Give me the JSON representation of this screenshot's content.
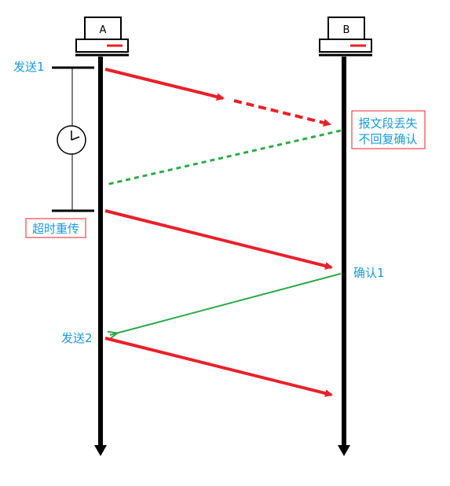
{
  "hosts": {
    "a": {
      "label": "A"
    },
    "b": {
      "label": "B"
    }
  },
  "labels": {
    "send1": "发送1",
    "send2": "发送2",
    "timeout_retransmit": "超时重传",
    "lost_line1": "报文段丢失",
    "lost_line2": "不回复确认",
    "ack1": "确认1"
  },
  "colors": {
    "data_arrow": "#e8202a",
    "ack_arrow": "#2ea84a",
    "label_text": "#1a9ad6",
    "box_border": "#e8202a",
    "timeline": "#000000"
  },
  "icons": {
    "clock": "clock-icon",
    "computer": "computer-icon"
  }
}
